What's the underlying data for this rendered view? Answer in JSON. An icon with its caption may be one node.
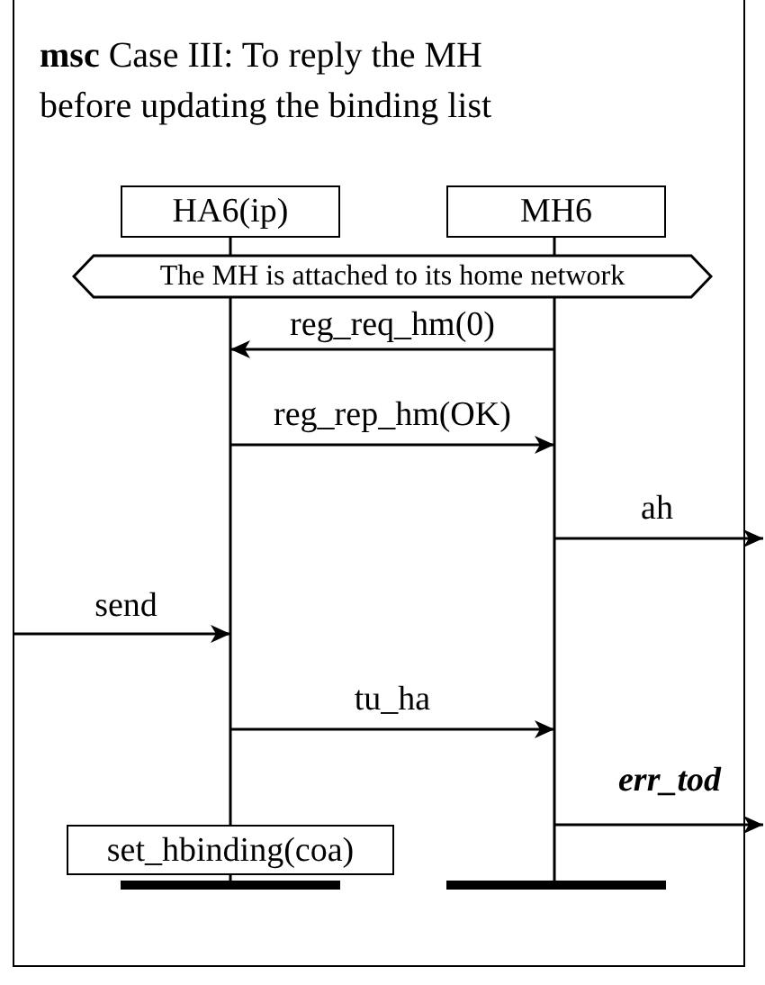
{
  "diagram": {
    "title": "**msc** Case III: To reply the MH before updating the binding list",
    "nodes": [
      {
        "text": [
          "HA6(ip)"
        ]
      },
      {
        "text": [
          "MH6"
        ]
      },
      {
        "text": [
          "The MH is attached to its home network"
        ]
      },
      {
        "text": [
          "set_hbinding(coa)"
        ]
      }
    ],
    "edges": [
      {
        "from": 1,
        "to": 0,
        "arrow": "to",
        "label": "reg_req_hm(0)"
      },
      {
        "from": 0,
        "to": 1,
        "arrow": "to",
        "label": "reg_rep_hm(OK)"
      },
      {
        "from": 1,
        "to": null,
        "arrow": "to",
        "label": "ah"
      },
      {
        "from": null,
        "to": 0,
        "arrow": "to",
        "label": "send"
      },
      {
        "from": 0,
        "to": 1,
        "arrow": "to",
        "label": "tu_ha"
      },
      {
        "from": 1,
        "to": null,
        "arrow": "to",
        "label": "err_tod"
      }
    ]
  }
}
